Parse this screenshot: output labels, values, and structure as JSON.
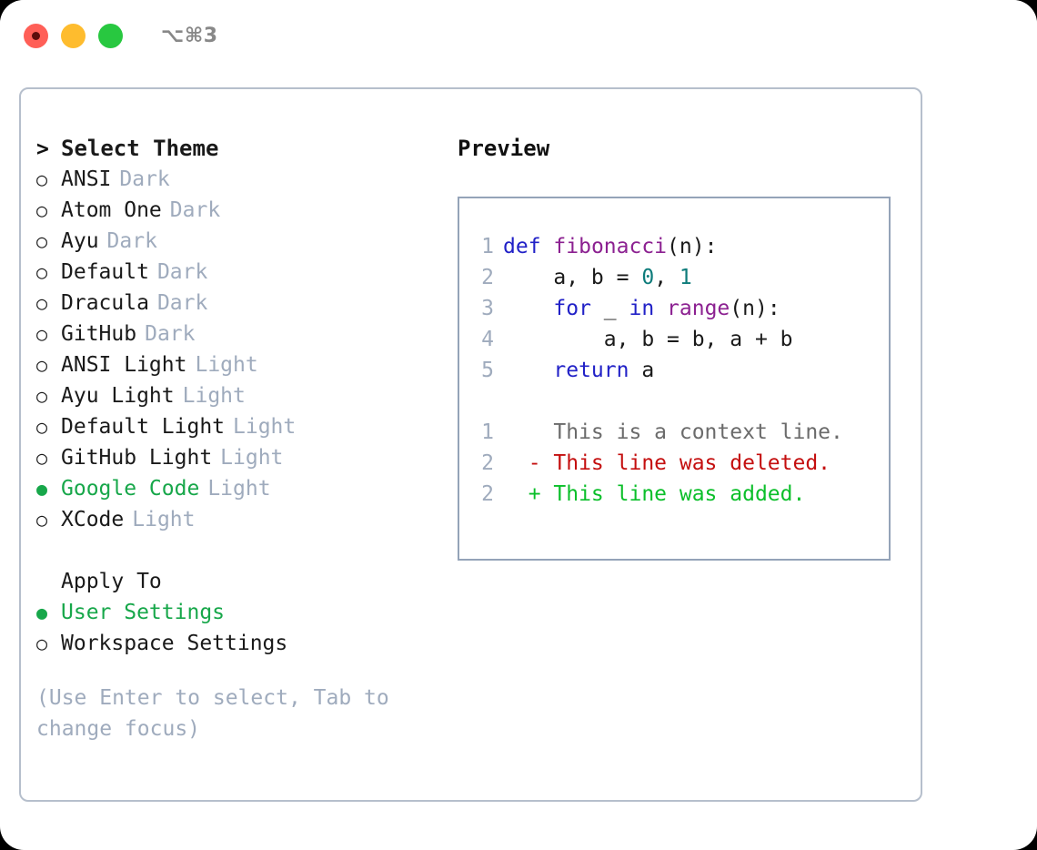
{
  "window": {
    "title": "⌥⌘3",
    "traffic_lights": [
      "close-red",
      "minimize-yellow",
      "maximize-green"
    ]
  },
  "colors": {
    "accent_green": "#17a74a",
    "muted": "#9fabbd",
    "border": "#94a3b8",
    "panel_border": "#b6bfcc",
    "keyword": "#2121c7",
    "function": "#8c2191",
    "number": "#0e7c7b",
    "diff_add": "#0bbf2a",
    "diff_del": "#c40f0f",
    "diff_ctx": "#6b6b6b",
    "dot_red": "#ff5f57",
    "dot_yellow": "#febc2e",
    "dot_green": "#28c840"
  },
  "theme_picker": {
    "header_prefix": ">",
    "header": "Select Theme",
    "bullet_unselected": "○",
    "bullet_selected": "●",
    "items": [
      {
        "name": "ANSI",
        "variant": "Dark",
        "selected": false
      },
      {
        "name": "Atom One",
        "variant": "Dark",
        "selected": false
      },
      {
        "name": "Ayu",
        "variant": "Dark",
        "selected": false
      },
      {
        "name": "Default",
        "variant": "Dark",
        "selected": false
      },
      {
        "name": "Dracula",
        "variant": "Dark",
        "selected": false
      },
      {
        "name": "GitHub",
        "variant": "Dark",
        "selected": false
      },
      {
        "name": "ANSI Light",
        "variant": "Light",
        "selected": false
      },
      {
        "name": "Ayu Light",
        "variant": "Light",
        "selected": false
      },
      {
        "name": "Default Light",
        "variant": "Light",
        "selected": false
      },
      {
        "name": "GitHub Light",
        "variant": "Light",
        "selected": false
      },
      {
        "name": "Google Code",
        "variant": "Light",
        "selected": true
      },
      {
        "name": "XCode",
        "variant": "Light",
        "selected": false
      }
    ]
  },
  "apply_to": {
    "header": "Apply To",
    "items": [
      {
        "name": "User Settings",
        "selected": true
      },
      {
        "name": "Workspace Settings",
        "selected": false
      }
    ]
  },
  "hint": "(Use Enter to select, Tab to change focus)",
  "preview": {
    "title": "Preview",
    "code_lines": [
      {
        "num": "1",
        "tokens": [
          {
            "t": "def",
            "c": "kw"
          },
          {
            "t": " ",
            "c": "pn"
          },
          {
            "t": "fibonacci",
            "c": "fn"
          },
          {
            "t": "(n):",
            "c": "pn"
          }
        ]
      },
      {
        "num": "2",
        "tokens": [
          {
            "t": "    a, b = ",
            "c": "pn"
          },
          {
            "t": "0",
            "c": "num"
          },
          {
            "t": ", ",
            "c": "pn"
          },
          {
            "t": "1",
            "c": "num"
          }
        ]
      },
      {
        "num": "3",
        "tokens": [
          {
            "t": "    ",
            "c": "pn"
          },
          {
            "t": "for",
            "c": "kw"
          },
          {
            "t": " _ ",
            "c": "pn"
          },
          {
            "t": "in",
            "c": "kw"
          },
          {
            "t": " ",
            "c": "pn"
          },
          {
            "t": "range",
            "c": "fn"
          },
          {
            "t": "(n):",
            "c": "pn"
          }
        ]
      },
      {
        "num": "4",
        "tokens": [
          {
            "t": "        a, b = b, a + b",
            "c": "pn"
          }
        ]
      },
      {
        "num": "5",
        "tokens": [
          {
            "t": "    ",
            "c": "pn"
          },
          {
            "t": "return",
            "c": "kw"
          },
          {
            "t": " a",
            "c": "pn"
          }
        ]
      }
    ],
    "diff_lines": [
      {
        "num": "1",
        "marker": " ",
        "text": " This is a context line.",
        "kind": "ctx"
      },
      {
        "num": "2",
        "marker": "-",
        "text": " This line was deleted.",
        "kind": "del"
      },
      {
        "num": "2",
        "marker": "+",
        "text": " This line was added.",
        "kind": "add"
      }
    ]
  }
}
